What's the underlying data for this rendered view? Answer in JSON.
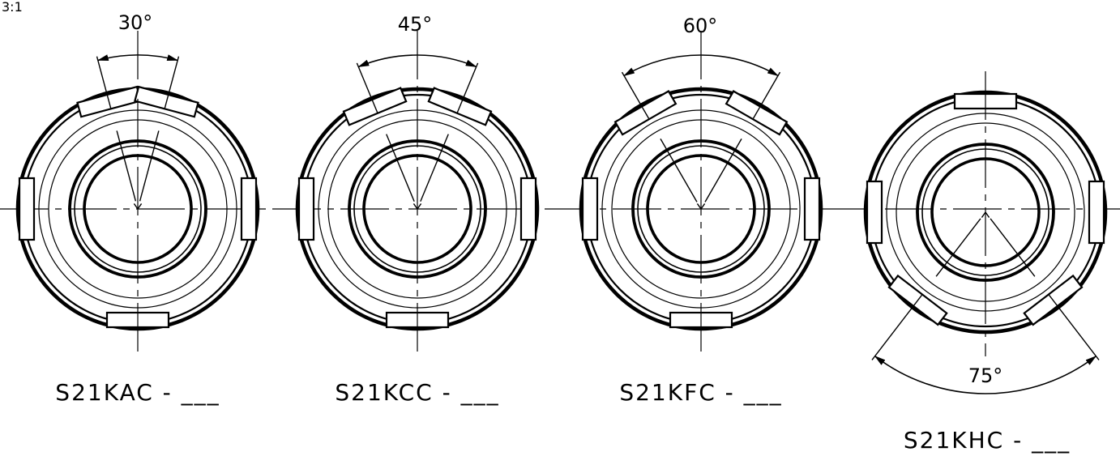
{
  "scale_label": "3:1",
  "views": [
    {
      "label": "S21KAC - ___",
      "angle_label": "30°",
      "angle": 30,
      "side": "top"
    },
    {
      "label": "S21KCC - ___",
      "angle_label": "45°",
      "angle": 45,
      "side": "top"
    },
    {
      "label": "S21KFC - ___",
      "angle_label": "60°",
      "angle": 60,
      "side": "top"
    },
    {
      "label": "S21KHC - ___",
      "angle_label": "75°",
      "angle": 75,
      "side": "bottom"
    }
  ]
}
